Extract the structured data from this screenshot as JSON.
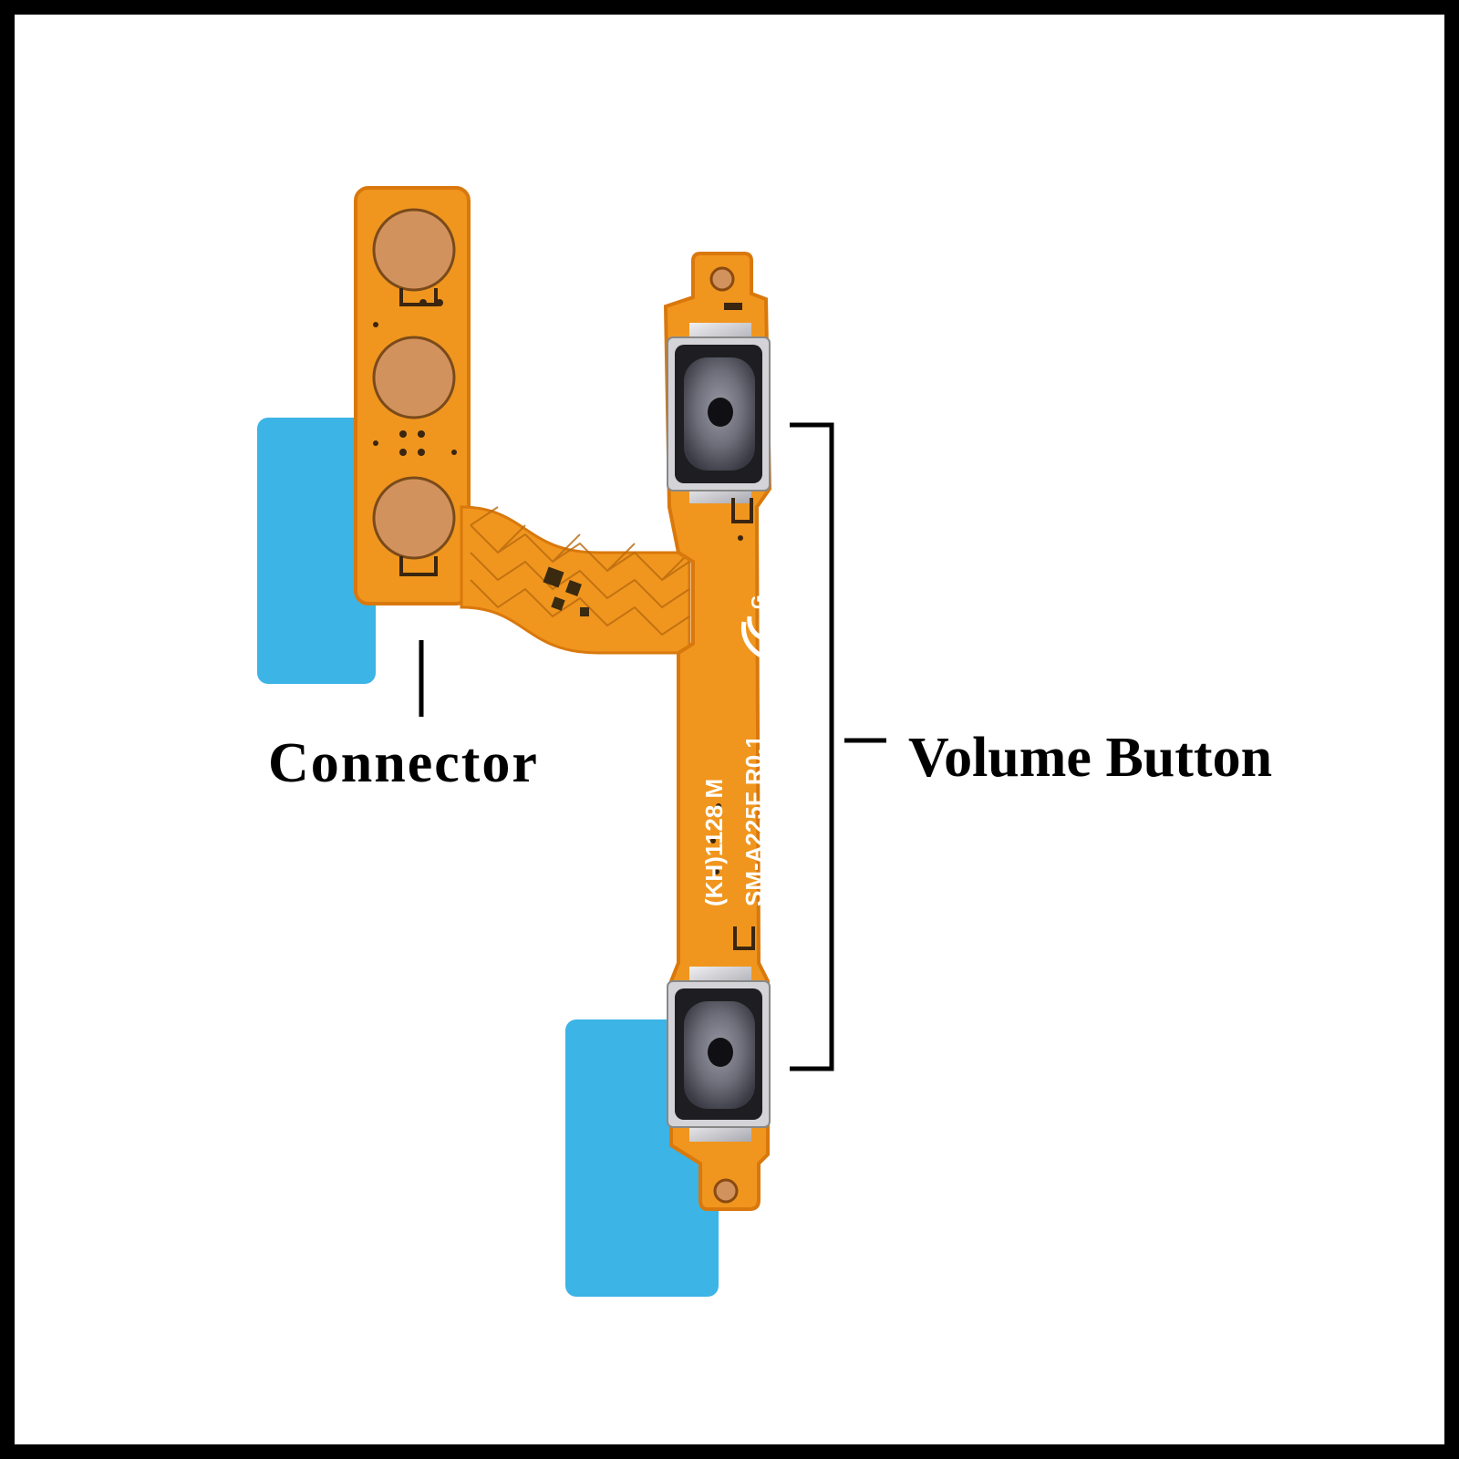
{
  "labels": {
    "connector": "Connector",
    "volume_button": "Volume Button"
  },
  "pcb_markings": {
    "line1": "(KH)1128 M",
    "line2": "SM-A225F R0.1",
    "mark_g": "G"
  },
  "colors": {
    "flex_orange": "#F0961E",
    "flex_edge": "#D9780C",
    "contact_pad": "#D2925E",
    "adhesive_blue": "#3CB4E6",
    "switch_metal": "#D4D4D8",
    "switch_dark": "#1E1E22",
    "frame": "#000000",
    "background": "#FFFFFF"
  }
}
